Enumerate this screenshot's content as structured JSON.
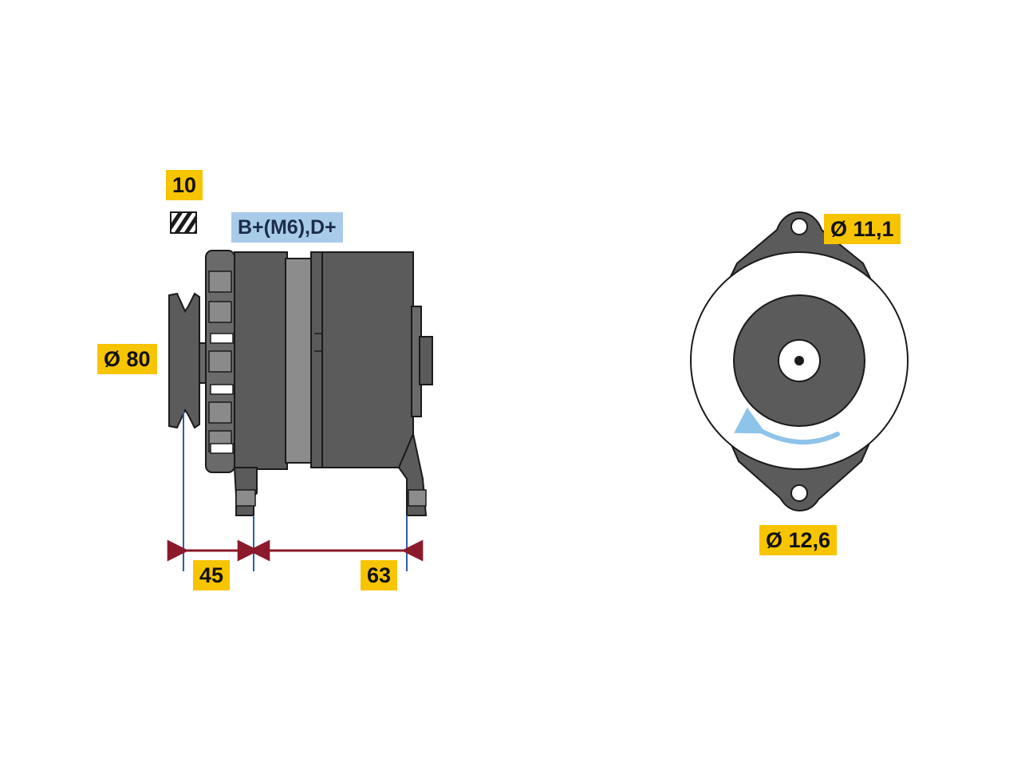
{
  "labels": {
    "quantity": "10",
    "terminals": "B+(M6),D+",
    "pulley_diameter": "Ø 80",
    "dim_pulley_to_mount": "45",
    "dim_mount_span": "63",
    "top_hole_diameter": "Ø 11,1",
    "bottom_hole_diameter": "Ø 12,6"
  },
  "colors": {
    "body": "#5b5b5b",
    "outline": "#1a1a1a",
    "label_yellow": "#f7c400",
    "label_blue": "#a9cbea",
    "dimension_red": "#8b1a2a",
    "extension_blue": "#2e5ea8",
    "rotation_arrow": "#8ec3ea"
  },
  "icons": {
    "hatch": "hatched-square-icon",
    "rotation": "rotation-arrow-icon"
  }
}
